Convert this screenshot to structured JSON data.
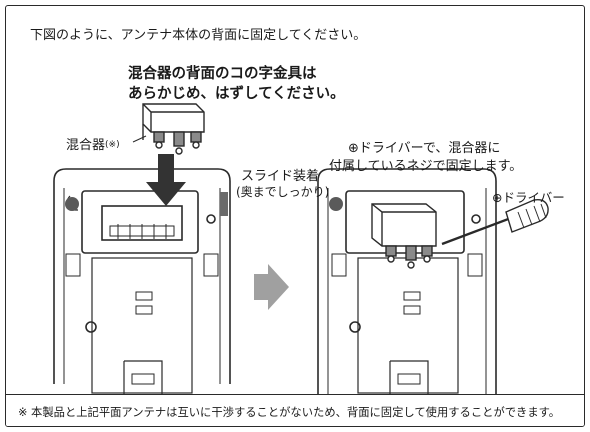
{
  "instruction": "下図のように、アンテナ本体の背面に固定してください。",
  "heading": {
    "line1": "混合器の背面のコの字金具は",
    "line2": "あらかじめ、はずしてください。"
  },
  "mixer_label": "混合器",
  "mixer_mark": "(※)",
  "slide": {
    "line1": "スライド装着",
    "line2": "(奥までしっかり)"
  },
  "right_caption": {
    "line1": "⊕ドライバーで、混合器に",
    "line2": "付属しているネジで固定します。"
  },
  "driver_label": "⊕ドライバー",
  "footer_note": "※ 本製品と上記平面アンテナは互いに干渉することがないため、背面に固定して使用することができます。",
  "colors": {
    "line": "#2a2a2a",
    "gray_fill": "#d4d4d4",
    "dark_fill": "#555555",
    "arrow_gray": "#a0a0a0"
  }
}
